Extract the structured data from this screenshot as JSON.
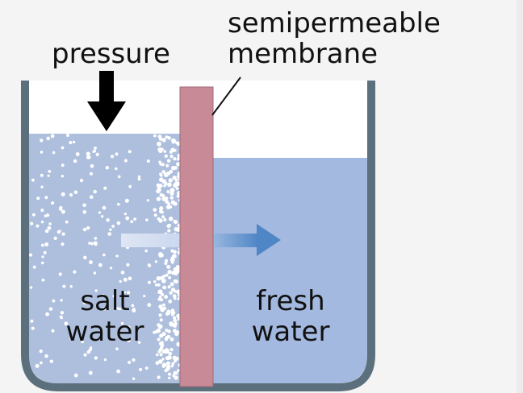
{
  "labels": {
    "pressure": "pressure",
    "membrane_line1": "semipermeable",
    "membrane_line2": "membrane",
    "salt_line1": "salt",
    "salt_line2": "water",
    "fresh_line1": "fresh",
    "fresh_line2": "water"
  },
  "colors": {
    "background_top": "#f4f4f4",
    "container_wall": "#5c6f7c",
    "salt_water": "#aebfde",
    "fresh_water": "#a4b9df",
    "salt_particles": "#ffffff",
    "membrane": "#c98a98",
    "membrane_edge": "#a06b78",
    "arrow": "#4f86c6",
    "pressure_arrow": "#000000"
  },
  "icons": {
    "pressure": "down-arrow-icon",
    "flow": "right-arrow-icon"
  }
}
